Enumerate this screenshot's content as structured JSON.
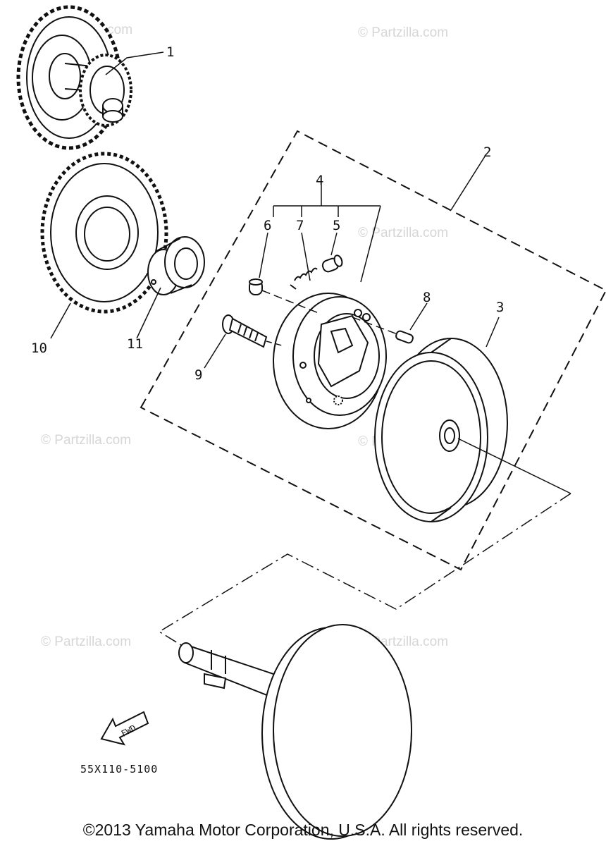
{
  "diagram": {
    "callouts": [
      {
        "id": "1",
        "text": "1"
      },
      {
        "id": "2",
        "text": "2"
      },
      {
        "id": "3",
        "text": "3"
      },
      {
        "id": "4",
        "text": "4"
      },
      {
        "id": "5",
        "text": "5"
      },
      {
        "id": "6",
        "text": "6"
      },
      {
        "id": "7",
        "text": "7"
      },
      {
        "id": "8",
        "text": "8"
      },
      {
        "id": "9",
        "text": "9"
      },
      {
        "id": "10",
        "text": "10"
      },
      {
        "id": "11",
        "text": "11"
      }
    ],
    "fwd_label": "FWD",
    "part_code": "55X110-5100",
    "watermark": "© Partzilla.com",
    "copyright": "©2013 Yamaha Motor Corporation, U.S.A. All rights reserved."
  },
  "colors": {
    "line": "#111111",
    "watermark": "#d6d6d6",
    "background": "#ffffff"
  }
}
